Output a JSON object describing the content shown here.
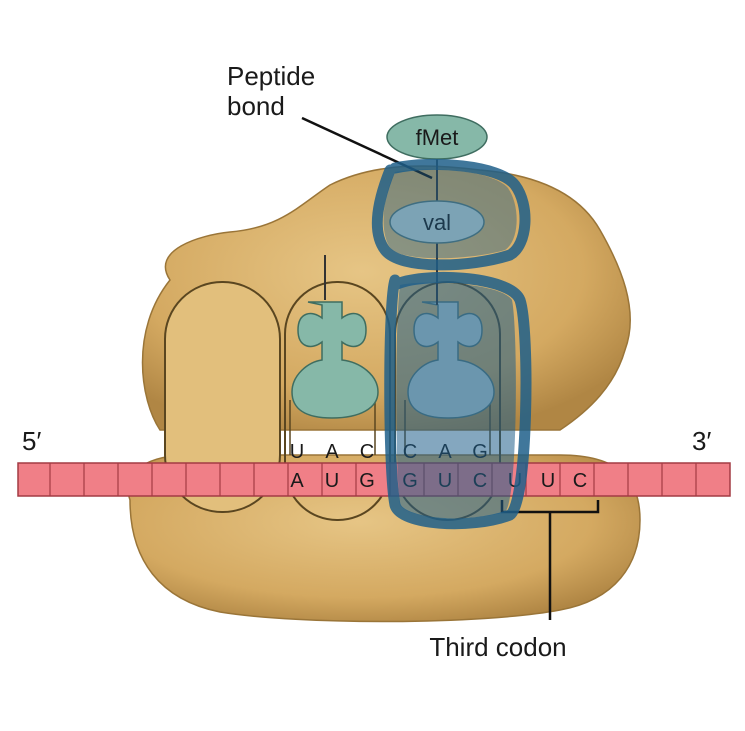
{
  "labels": {
    "peptide_bond_line1": "Peptide",
    "peptide_bond_line2": "bond",
    "fmet": "fMet",
    "val": "val",
    "five_prime": "5′",
    "three_prime": "3′",
    "third_codon": "Third codon"
  },
  "anticodons": {
    "site1": [
      "U",
      "A",
      "C"
    ],
    "site2": [
      "C",
      "A",
      "G"
    ]
  },
  "mrna_codons": {
    "codon1": [
      "A",
      "U",
      "G"
    ],
    "codon2": [
      "G",
      "U",
      "C"
    ],
    "codon3": [
      "U",
      "U",
      "C"
    ]
  },
  "colors": {
    "ribosome": "#d9b26a",
    "ribosome_shadow": "#b8904a",
    "mrna": "#f07f87",
    "trna_fmet": "#86b8a8",
    "trna_val": "#c8dad9",
    "highlight": "#1f5f8a"
  }
}
